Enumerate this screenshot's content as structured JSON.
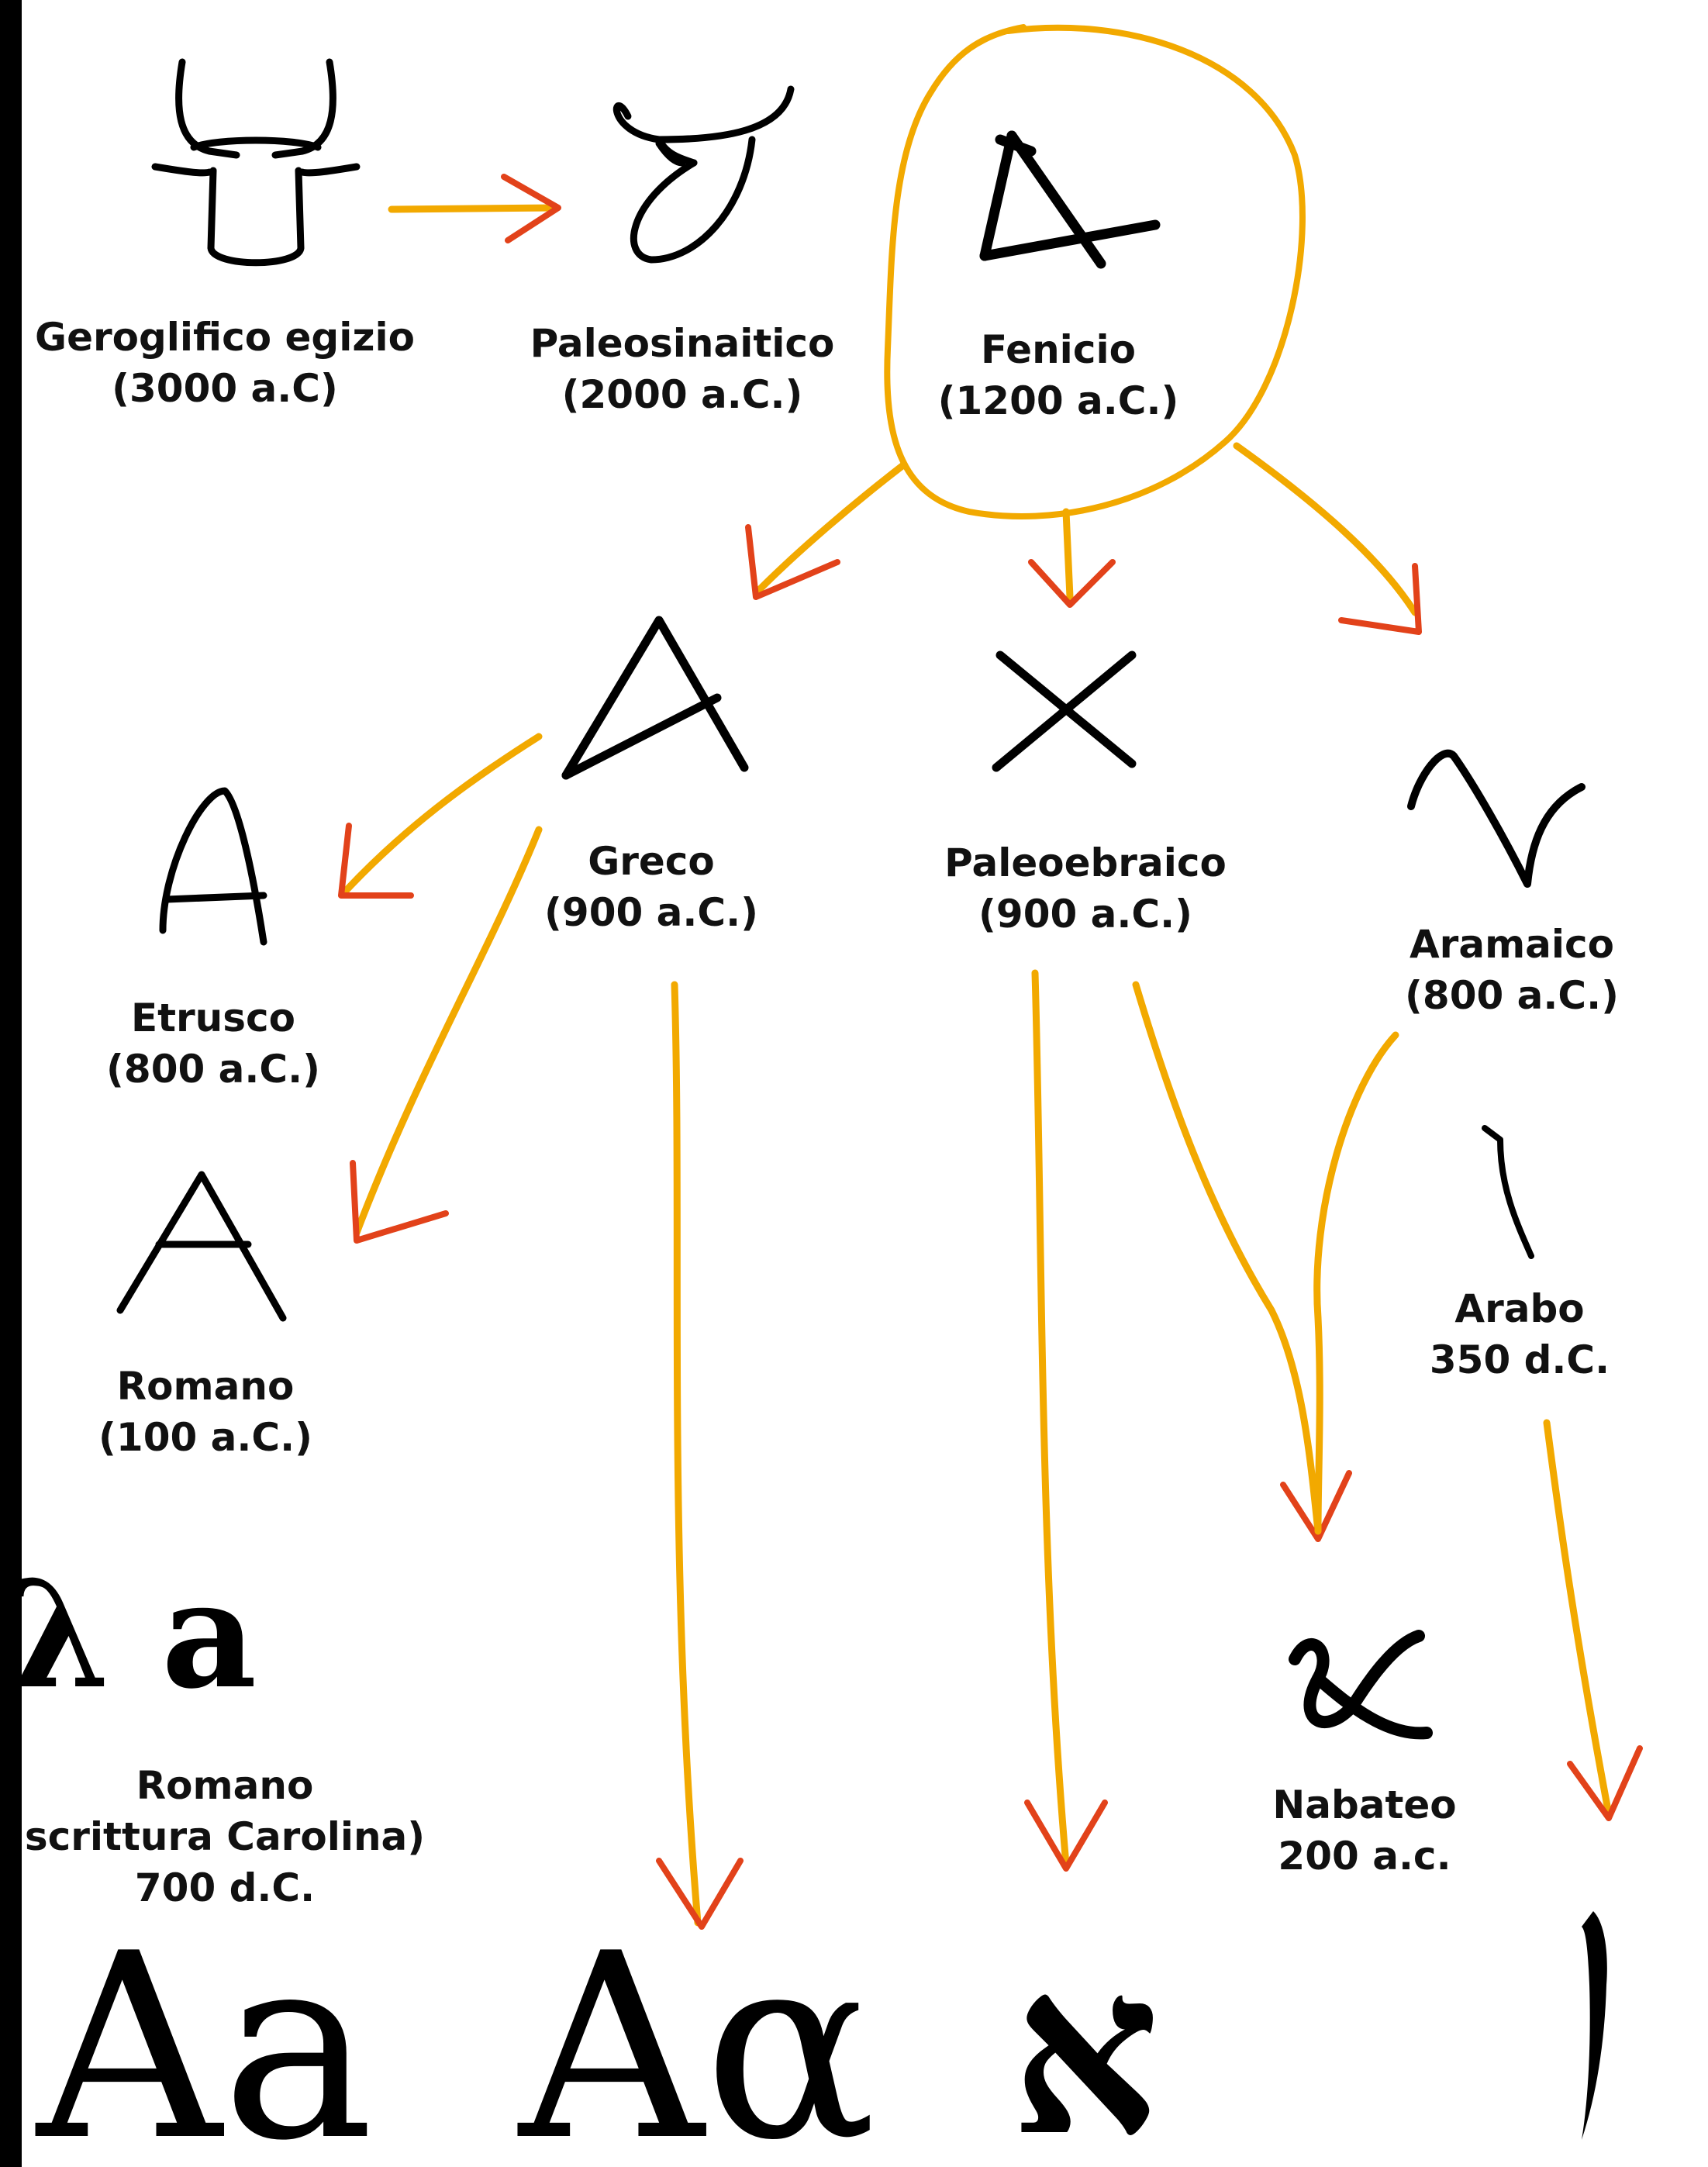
{
  "colors": {
    "arrow": "#f2a900",
    "arrow_tip": "#e2421a",
    "ink": "#000000",
    "background": "#ffffff",
    "frame": "#000000"
  },
  "nodes": {
    "geroglifico": {
      "line1": "Geroglifico egizio",
      "line2": "(3000 a.C)"
    },
    "paleosinaitico": {
      "line1": "Paleosinaitico",
      "line2": "(2000 a.C.)"
    },
    "fenicio": {
      "line1": "Fenicio",
      "line2": "(1200 a.C.)"
    },
    "greco": {
      "line1": "Greco",
      "line2": "(900 a.C.)"
    },
    "paleoebraico": {
      "line1": "Paleoebraico",
      "line2": "(900 a.C.)"
    },
    "aramaico": {
      "line1": "Aramaico",
      "line2": "(800 a.C.)"
    },
    "etrusco": {
      "line1": "Etrusco",
      "line2": "(800 a.C.)"
    },
    "romano": {
      "line1": "Romano",
      "line2": "(100 a.C.)"
    },
    "arabo": {
      "line1": "Arabo",
      "line2": "350 d.C."
    },
    "carolina": {
      "line1": "Romano",
      "line2": "scrittura Carolina)",
      "line3": "700 d.C."
    },
    "nabateo": {
      "line1": "Nabateo",
      "line2": "200 a.c."
    }
  },
  "glyphs": {
    "carolina_text": "λ a",
    "latin_modern": "Aa",
    "greek_modern": "Aα",
    "hebrew_modern": "א",
    "arabic_modern": "ا"
  }
}
